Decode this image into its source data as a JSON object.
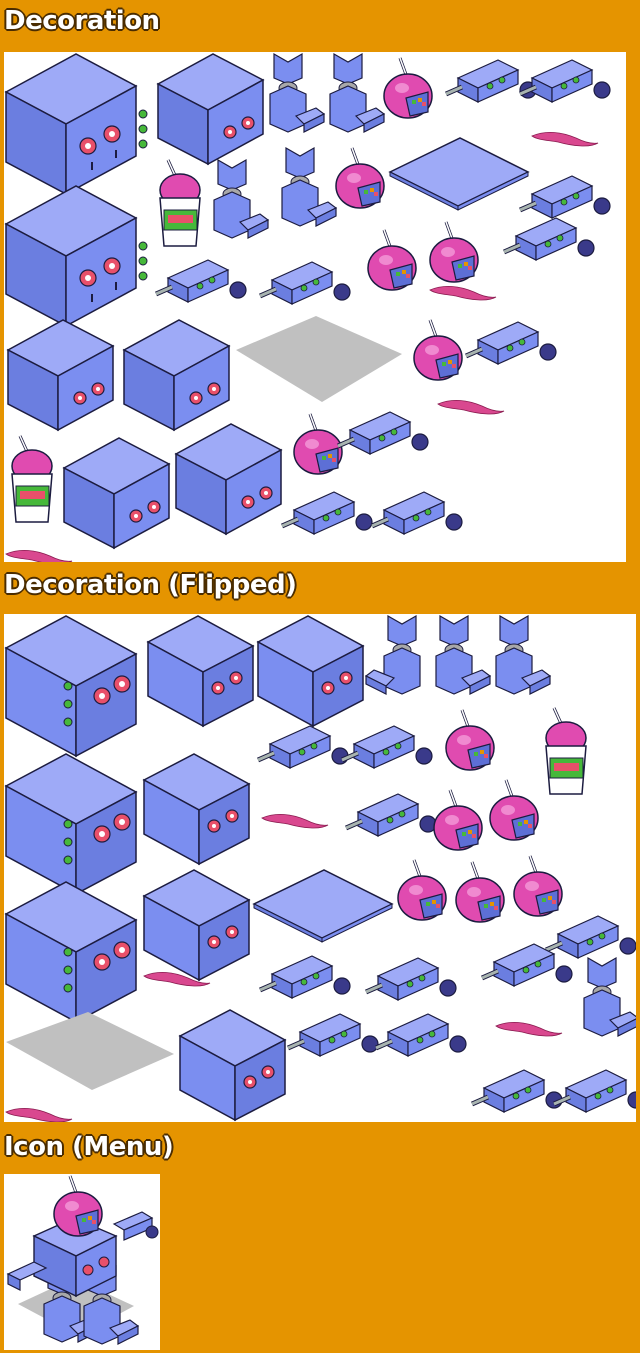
{
  "sections": {
    "decoration": {
      "title": "Decoration"
    },
    "decoration_flipped": {
      "title": "Decoration (Flipped)"
    },
    "icon_menu": {
      "title": "Icon (Menu)"
    }
  },
  "colors": {
    "background": "#e59400",
    "panel": "#ffffff",
    "sprite_blue": "#7b8ef0",
    "sprite_blue_dark": "#5d6fd6",
    "sprite_blue_light": "#9eaaf7",
    "outline": "#1c1c40",
    "slushie_pink": "#e04bb0",
    "slushie_green": "#46b83a",
    "speaker_red": "#e8506a",
    "shadow_grey": "#c0c0c0",
    "knob_navy": "#3a3a8a",
    "slushie_spill": "#d9488f"
  },
  "icons": [
    "sprite-sheet-robot-slushie-machine"
  ]
}
